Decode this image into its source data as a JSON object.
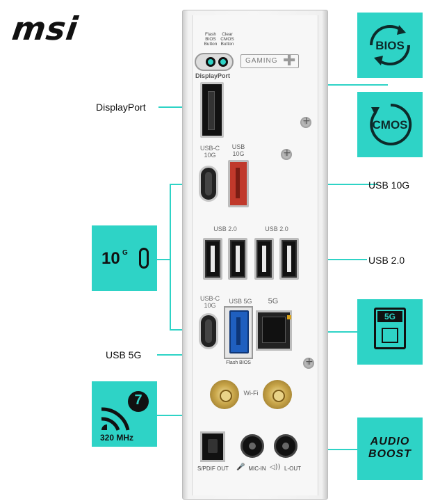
{
  "brand": {
    "logo_text": "msi"
  },
  "callouts": {
    "displayport": "DisplayPort",
    "usb10g": "USB 10G",
    "usb20": "USB 2.0",
    "usb5g": "USB 5G"
  },
  "feature_badges": {
    "bios": "BIOS",
    "cmos": "CMOS",
    "tenG": "10",
    "tenG_sup": "G",
    "fiveG": "5G",
    "wifi_number": "7",
    "wifi_band": "320 MHz",
    "audio_line1": "AUDIO",
    "audio_line2": "BOOST"
  },
  "panel": {
    "flash_bios_button": "Flash BIOS Button",
    "clear_cmos_button": "Clear CMOS Button",
    "gaming": "GAMING",
    "displayport": "DisplayPort",
    "usbc_10g_top": "USB-C 10G",
    "usb_10g": "USB 10G",
    "usb20_left": "USB 2.0",
    "usb20_right": "USB 2.0",
    "usbc_10g_bottom": "USB-C 10G",
    "usb_5g": "USB 5G",
    "lan_5g": "5G",
    "flash_bios": "Flash BIOS",
    "wifi": "Wi-Fi",
    "spdif": "S/PDIF OUT",
    "mic_in": "MIC-IN",
    "l_out": "L-OUT"
  },
  "colors": {
    "accent": "#2ed3c6",
    "usb_10g_port": "#c0392b",
    "usb_5g_port": "#1f5fbf"
  }
}
